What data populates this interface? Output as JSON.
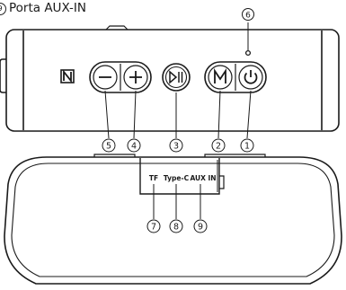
{
  "header": {
    "marker": "⑨",
    "title": "Porta AUX-IN"
  },
  "top_view": {
    "nfc_icon": "nfc-icon",
    "buttons": [
      {
        "name": "volume-down-button",
        "icon": "minus-icon"
      },
      {
        "name": "volume-up-button",
        "icon": "plus-icon"
      },
      {
        "name": "play-pause-button",
        "icon": "play-pause-icon"
      },
      {
        "name": "mode-button",
        "icon": "m-icon",
        "glyph": "M"
      },
      {
        "name": "power-button",
        "icon": "power-icon"
      }
    ],
    "callouts": [
      "⑤",
      "④",
      "③",
      "②",
      "①"
    ],
    "mic_callout": "⑥"
  },
  "side_view": {
    "ports": [
      "TF",
      "Type-C",
      "AUX IN"
    ],
    "callouts": [
      "⑦",
      "⑧",
      "⑨"
    ]
  }
}
